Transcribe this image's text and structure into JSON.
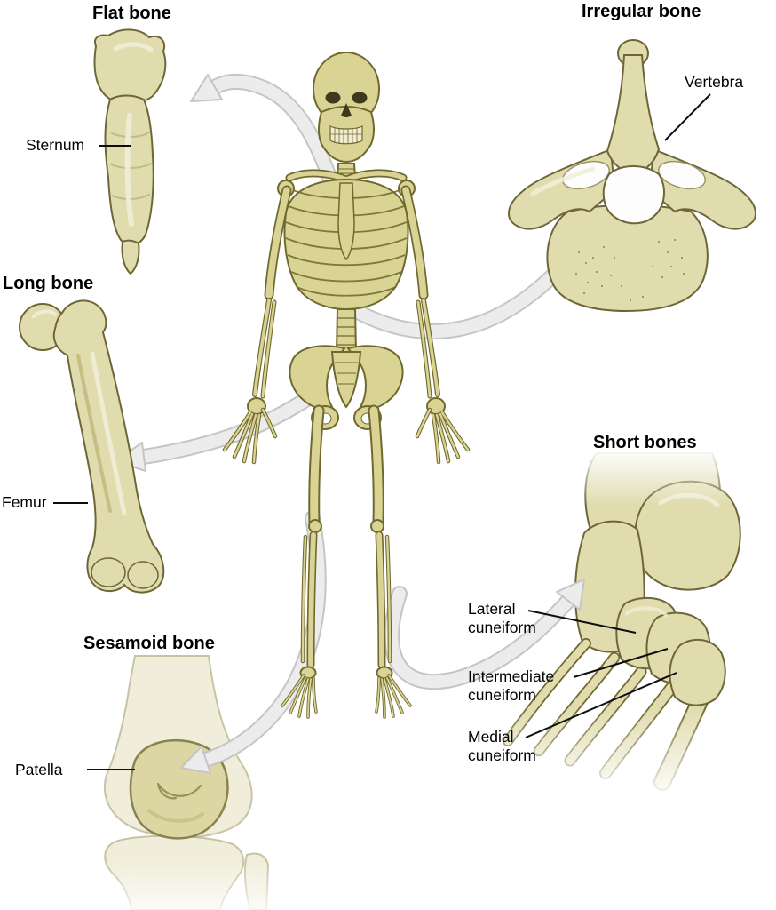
{
  "figure": {
    "background": "#ffffff",
    "description": "Classification of bones diagram"
  },
  "palette": {
    "bone_fill": "#e0dcae",
    "bone_highlight": "#f0eed8",
    "bone_shade": "#c2bb82",
    "bone_outline": "#6e6639",
    "skeleton_fill": "#d9d494",
    "arrow_fill": "#ececec",
    "arrow_outline": "#c5c5c5",
    "label_color": "#000000"
  },
  "sections": {
    "flat_bone": {
      "title": "Flat bone",
      "callout": "Sternum"
    },
    "irregular_bone": {
      "title": "Irregular bone",
      "callout": "Vertebra"
    },
    "long_bone": {
      "title": "Long bone",
      "callout": "Femur"
    },
    "short_bones": {
      "title": "Short bones",
      "callouts": [
        {
          "line1": "Lateral",
          "line2": "cuneiform"
        },
        {
          "line1": "Intermediate",
          "line2": "cuneiform"
        },
        {
          "line1": "Medial",
          "line2": "cuneiform"
        }
      ]
    },
    "sesamoid_bone": {
      "title": "Sesamoid bone",
      "callout": "Patella"
    }
  }
}
